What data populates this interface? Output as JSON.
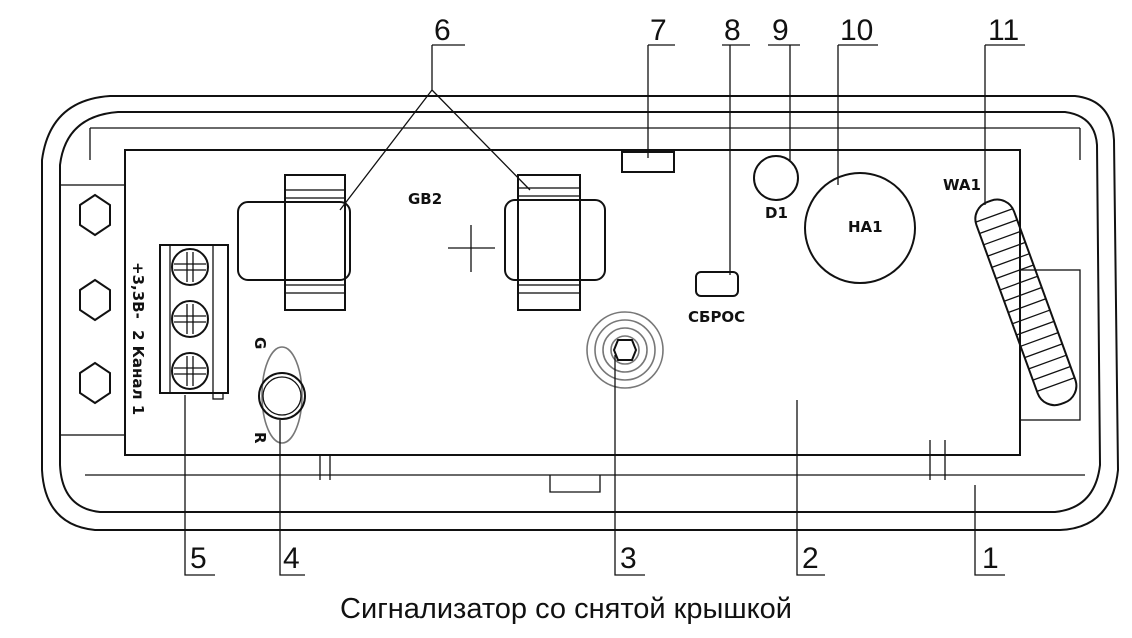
{
  "callouts": {
    "n1": "1",
    "n2": "2",
    "n3": "3",
    "n4": "4",
    "n5": "5",
    "n6": "6",
    "n7": "7",
    "n8": "8",
    "n9": "9",
    "n10": "10",
    "n11": "11"
  },
  "board_labels": {
    "battery": "GB2",
    "led": "D1",
    "buzzer": "HA1",
    "antenna": "WA1",
    "reset": "СБРОС",
    "led_g": "G",
    "led_r": "R",
    "power": "+3,3В-",
    "channel": "2 Канал 1"
  },
  "caption": "Сигнализатор со снятой крышкой"
}
